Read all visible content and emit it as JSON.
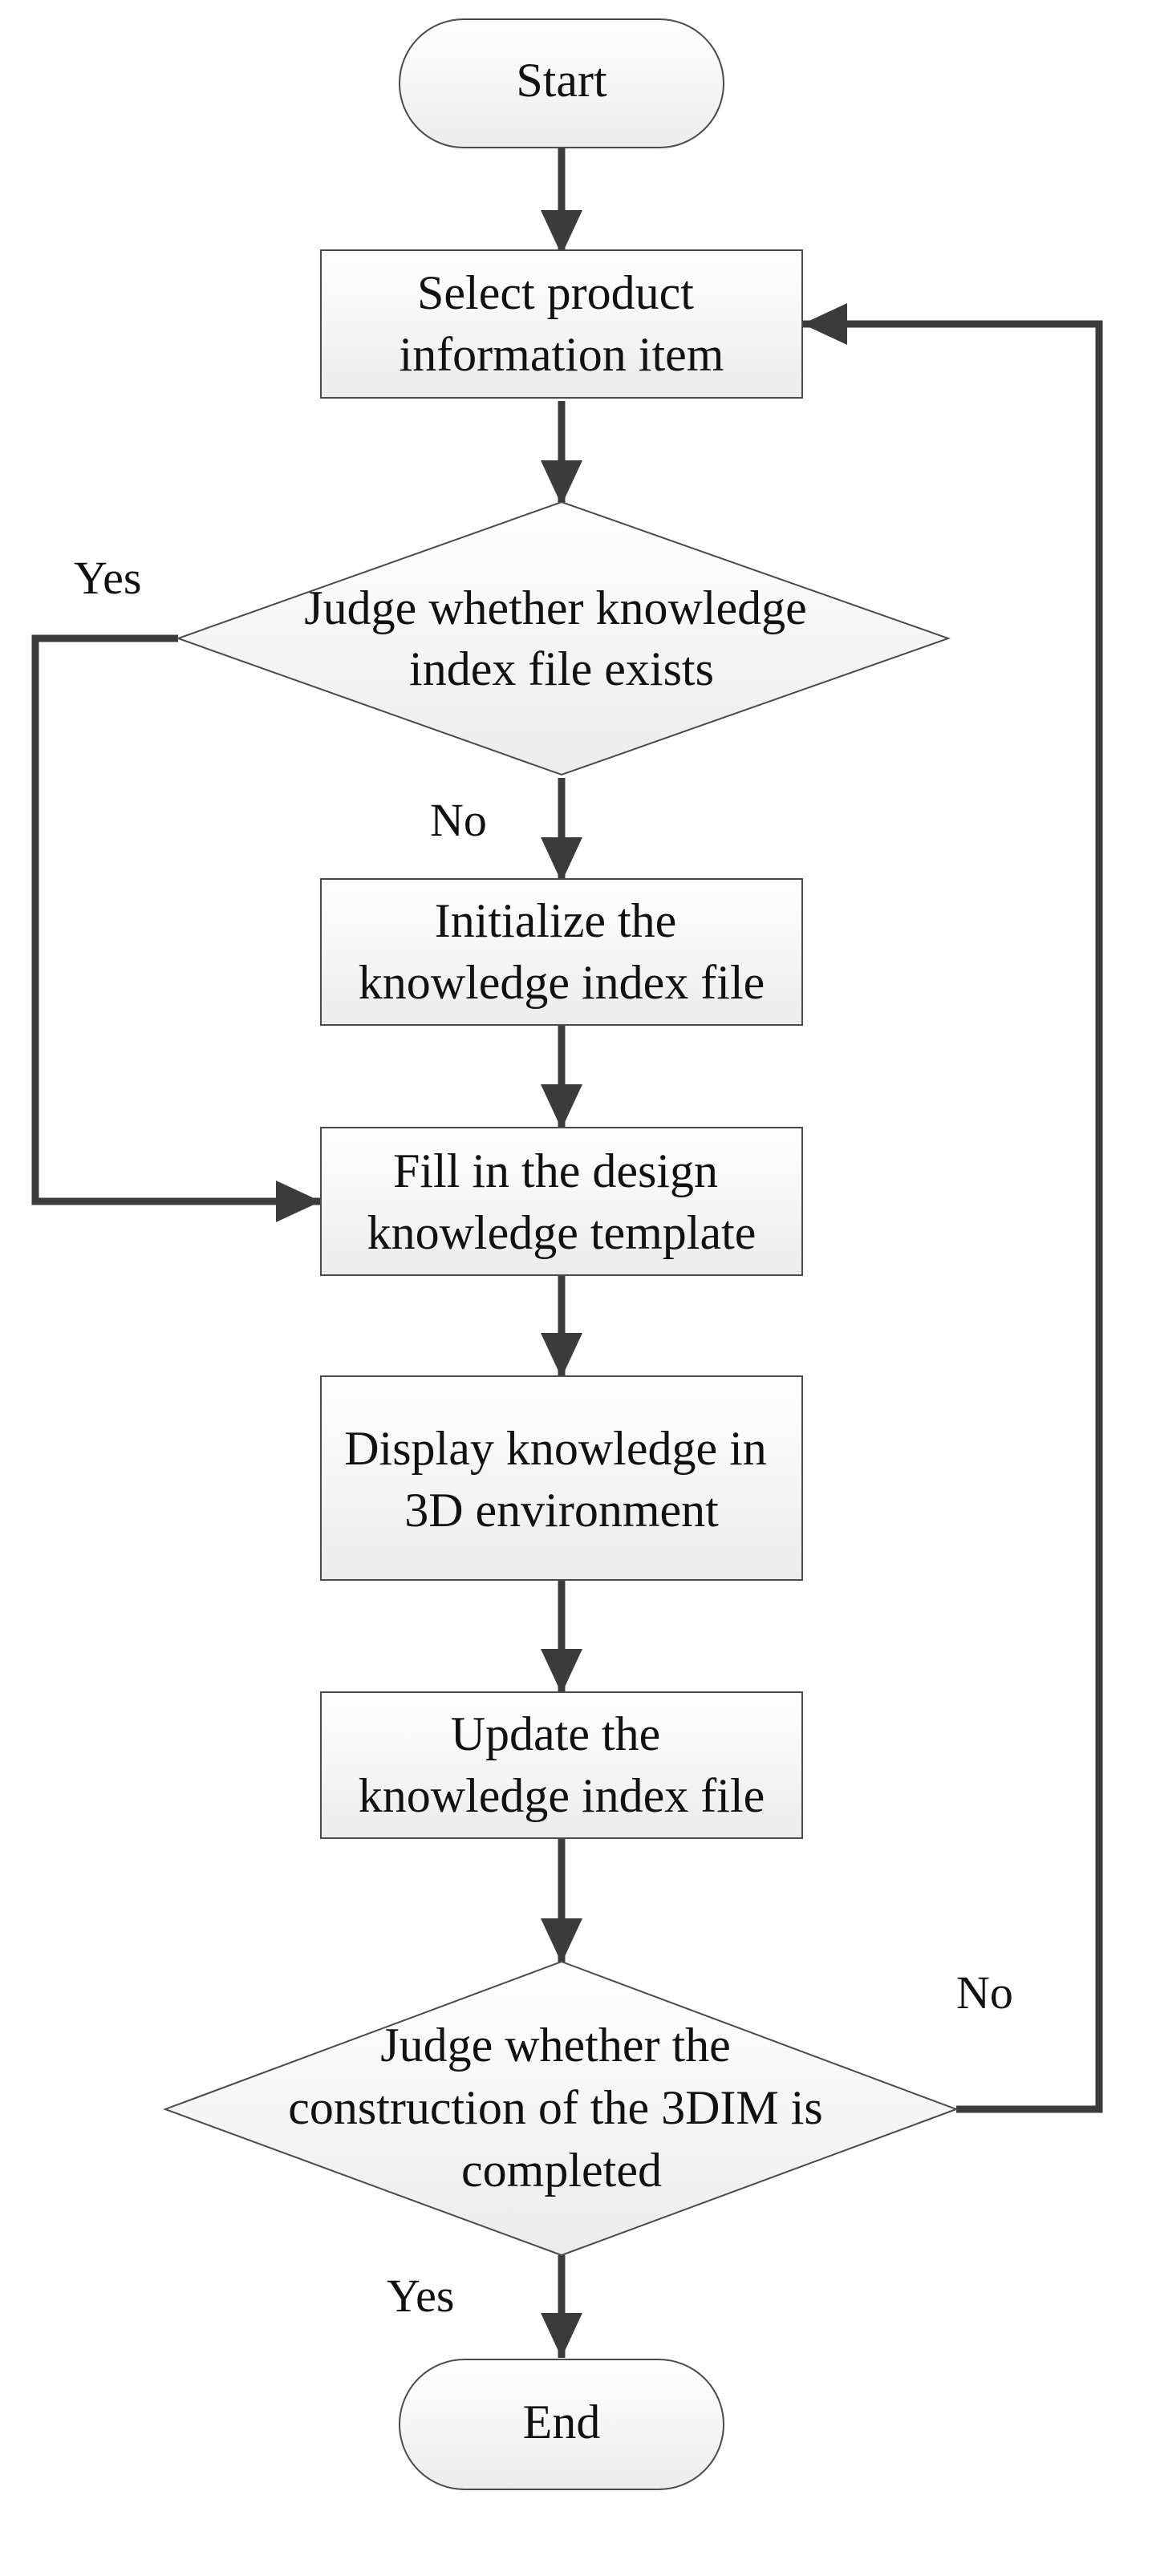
{
  "diagram": {
    "nodes": {
      "start": {
        "lines": [
          "Start"
        ]
      },
      "select": {
        "lines": [
          "Select product",
          "information item"
        ]
      },
      "judge_index": {
        "lines": [
          "Judge whether knowledge",
          "index file exists"
        ]
      },
      "initialize": {
        "lines": [
          "Initialize the",
          "knowledge index file"
        ]
      },
      "fill": {
        "lines": [
          "Fill in the design",
          "knowledge template"
        ]
      },
      "display": {
        "lines": [
          "Display knowledge in",
          "3D environment"
        ]
      },
      "update": {
        "lines": [
          "Update the",
          "knowledge index file"
        ]
      },
      "judge_done": {
        "lines": [
          "Judge whether the",
          "construction of the 3DIM is",
          "completed"
        ]
      },
      "end": {
        "lines": [
          "End"
        ]
      }
    },
    "labels": {
      "index_yes": "Yes",
      "index_no": "No",
      "done_no": "No",
      "done_yes": "Yes"
    },
    "colors": {
      "stroke": "#4a4a4a",
      "connector": "#3b3b3b",
      "fill_top": "#ffffff",
      "fill_bottom": "#ececec",
      "text": "#111111"
    }
  }
}
